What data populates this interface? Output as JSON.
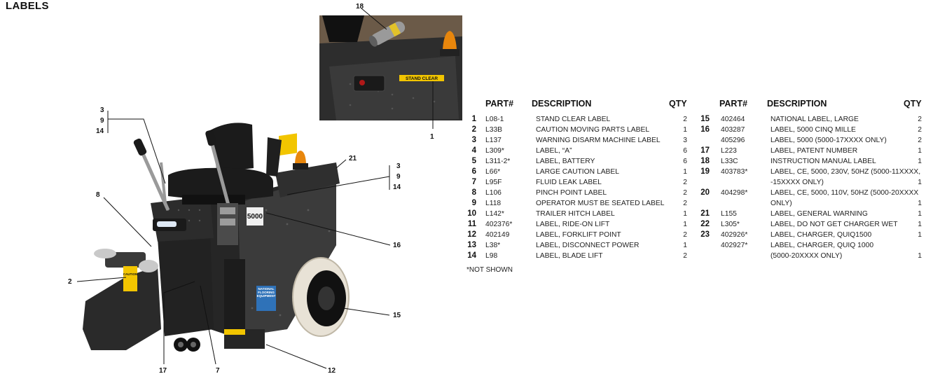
{
  "heading": "LABELS",
  "callouts": {
    "c18": "18",
    "c1": "1",
    "c3a": "3",
    "c9a": "9",
    "c14a": "14",
    "c21": "21",
    "c3b": "3",
    "c9b": "9",
    "c14b": "14",
    "c8": "8",
    "c16": "16",
    "c2": "2",
    "c15": "15",
    "c17": "17",
    "c7": "7",
    "c12": "12"
  },
  "decals": {
    "stand_clear": "STAND CLEAR",
    "brand_plate": "5000",
    "side_panel": "NATIONAL FLOORING EQUIPMENT",
    "caution": "CAUTION"
  },
  "table": {
    "headers": {
      "part": "PART#",
      "description": "DESCRIPTION",
      "qty": "QTY"
    },
    "left": [
      {
        "n": "1",
        "part": "L08-1",
        "desc": "STAND CLEAR LABEL",
        "qty": "2"
      },
      {
        "n": "2",
        "part": "L33B",
        "desc": "CAUTION MOVING PARTS LABEL",
        "qty": "1"
      },
      {
        "n": "3",
        "part": "L137",
        "desc": "WARNING DISARM MACHINE LABEL",
        "qty": "3"
      },
      {
        "n": "4",
        "part": "L309*",
        "desc": "LABEL, “A”",
        "qty": "6"
      },
      {
        "n": "5",
        "part": "L311-2*",
        "desc": "LABEL, BATTERY",
        "qty": "6"
      },
      {
        "n": "6",
        "part": "L66*",
        "desc": "LARGE CAUTION LABEL",
        "qty": "1"
      },
      {
        "n": "7",
        "part": "L95F",
        "desc": "FLUID LEAK LABEL",
        "qty": "2"
      },
      {
        "n": "8",
        "part": "L106",
        "desc": "PINCH POINT LABEL",
        "qty": "2"
      },
      {
        "n": "9",
        "part": "L118",
        "desc": "OPERATOR MUST BE SEATED LABEL",
        "qty": "2"
      },
      {
        "n": "10",
        "part": "L142*",
        "desc": "TRAILER HITCH LABEL",
        "qty": "1"
      },
      {
        "n": "11",
        "part": "402376*",
        "desc": "LABEL, RIDE-ON LIFT",
        "qty": "1"
      },
      {
        "n": "12",
        "part": "402149",
        "desc": "LABEL, FORKLIFT POINT",
        "qty": "2"
      },
      {
        "n": "13",
        "part": "L38*",
        "desc": "LABEL, DISCONNECT POWER",
        "qty": "1"
      },
      {
        "n": "14",
        "part": "L98",
        "desc": "LABEL, BLADE LIFT",
        "qty": "2"
      }
    ],
    "right": [
      {
        "n": "15",
        "part": "402464",
        "desc": "NATIONAL LABEL, LARGE",
        "qty": "2"
      },
      {
        "n": "16",
        "part": "403287",
        "desc": "LABEL, 5000 CINQ MILLE",
        "qty": "2"
      },
      {
        "n": "",
        "part": "405296",
        "desc": "LABEL, 5000 (5000-17XXXX ONLY)",
        "qty": "2"
      },
      {
        "n": "17",
        "part": "L223",
        "desc": "LABEL, PATENT NUMBER",
        "qty": "1"
      },
      {
        "n": "18",
        "part": "L33C",
        "desc": "INSTRUCTION MANUAL LABEL",
        "qty": "1"
      },
      {
        "n": "19",
        "part": "403783*",
        "desc": "LABEL, CE, 5000, 230V, 50HZ (5000-11XXXX,",
        "qty": ""
      },
      {
        "n": "",
        "part": "",
        "desc": "-15XXXX ONLY)",
        "qty": "1"
      },
      {
        "n": "20",
        "part": "404298*",
        "desc": "LABEL, CE, 5000, 110V, 50HZ (5000-20XXXX",
        "qty": ""
      },
      {
        "n": "",
        "part": "",
        "desc": "ONLY)",
        "qty": "1"
      },
      {
        "n": "21",
        "part": "L155",
        "desc": "LABEL, GENERAL WARNING",
        "qty": "1"
      },
      {
        "n": "22",
        "part": "L305*",
        "desc": "LABEL, DO NOT GET CHARGER WET",
        "qty": "1"
      },
      {
        "n": "23",
        "part": "402926*",
        "desc": "LABEL, CHARGER, QUIQ1500",
        "qty": "1"
      },
      {
        "n": "",
        "part": "402927*",
        "desc": "LABEL, CHARGER, QUIQ 1000",
        "qty": ""
      },
      {
        "n": "",
        "part": "",
        "desc": "(5000-20XXXX ONLY)",
        "qty": "1"
      }
    ],
    "footnote": "*NOT SHOWN"
  },
  "colors": {
    "body": "#2a2a2a",
    "seat": "#1b1b1b",
    "decal_yellow": "#f2c500",
    "beacon": "#e8860c",
    "tire": "#e8e2d6",
    "plate_blue": "#2f72b8"
  }
}
